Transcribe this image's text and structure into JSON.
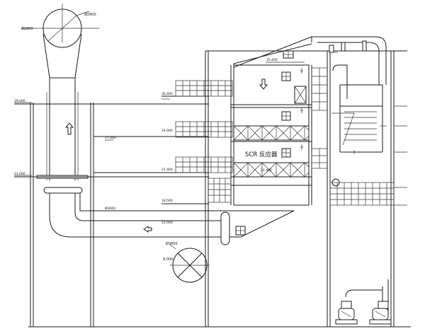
{
  "title_label": "SCR 反应器",
  "labels": {
    "stack_diameter": "Ø2800",
    "stack_left_elev": "Ø2800",
    "left_level_1": "29.000",
    "left_level_2": "21.000",
    "level_a": "30.400",
    "level_b": "27.000",
    "level_c": "24.000",
    "level_d": "21.400",
    "level_e": "18.500",
    "level_f": "12.000",
    "roof_level": "35.400",
    "duct_note": "Ø3600",
    "fan_label_1": "Ø3600",
    "fan_label_2": "8.000"
  },
  "colors": {
    "line": "#1a1a1a",
    "background": "#ffffff"
  }
}
